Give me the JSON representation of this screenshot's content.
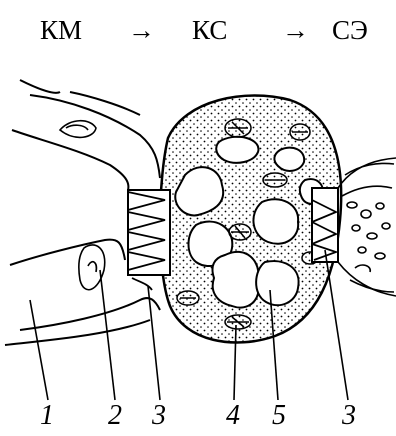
{
  "flow": {
    "stage1": "КМ",
    "arrow1": "→",
    "stage2": "КС",
    "arrow2": "→",
    "stage3": "СЭ"
  },
  "labels": [
    "1",
    "2",
    "3",
    "4",
    "5",
    "3"
  ]
}
